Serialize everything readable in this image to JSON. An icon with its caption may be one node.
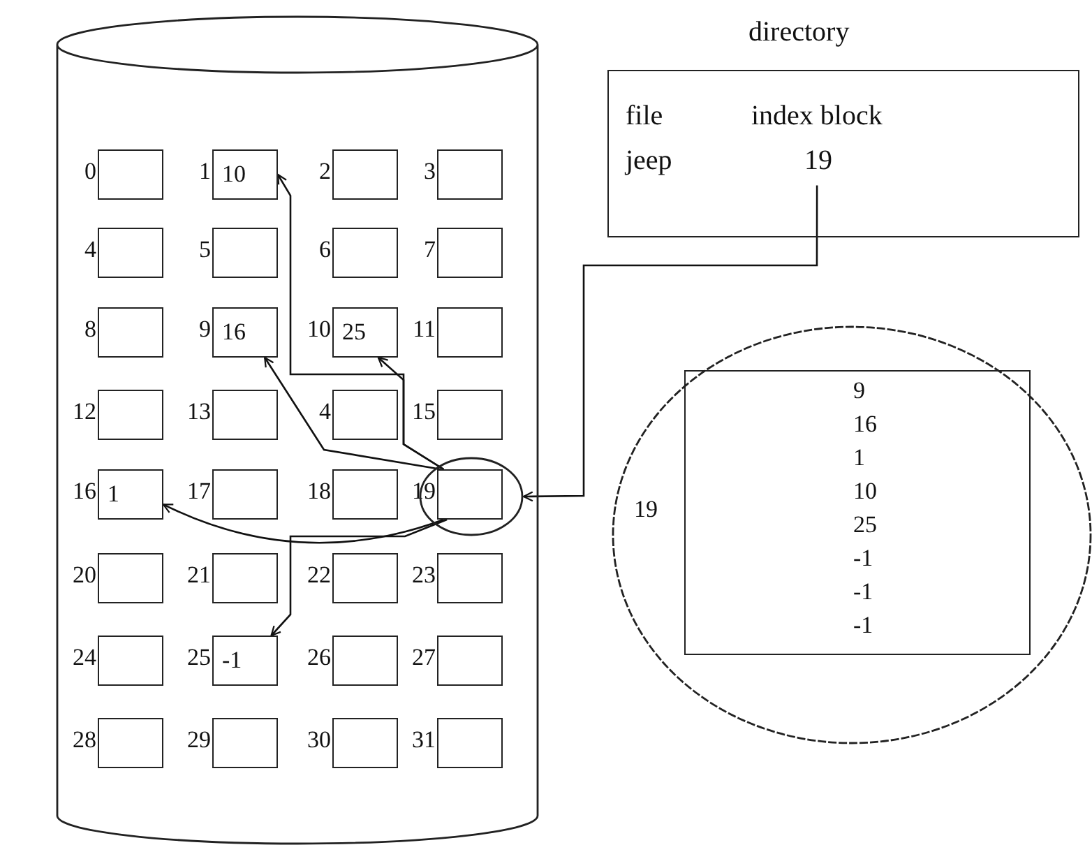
{
  "diagram": {
    "nodes": [
      {
        "text": [],
        "shape": "cylinder"
      },
      {
        "text": [],
        "shape": "circle",
        "in": 0
      },
      {
        "text": [],
        "shape": "box",
        "beside": [
          "0"
        ],
        "in": 0
      },
      {
        "text": [
          "10"
        ],
        "beside": [
          "1"
        ],
        "in": 0
      },
      {
        "text": [],
        "shape": "box",
        "beside": [
          "2"
        ],
        "in": 0
      },
      {
        "text": [],
        "shape": "box",
        "beside": [
          "3"
        ],
        "in": 0
      },
      {
        "text": [],
        "shape": "box",
        "beside": [
          "4"
        ],
        "in": 0
      },
      {
        "text": [],
        "shape": "box",
        "beside": [
          "5"
        ],
        "in": 0
      },
      {
        "text": [],
        "shape": "box",
        "beside": [
          "6"
        ],
        "in": 0
      },
      {
        "text": [],
        "shape": "box",
        "beside": [
          "7"
        ],
        "in": 0
      },
      {
        "text": [],
        "shape": "box",
        "beside": [
          "8"
        ],
        "in": 0
      },
      {
        "text": [
          "16"
        ],
        "beside": [
          "9"
        ],
        "in": 0
      },
      {
        "text": [
          "25"
        ],
        "beside": [
          "10"
        ],
        "in": 0
      },
      {
        "text": [],
        "shape": "box",
        "beside": [
          "11"
        ],
        "in": 0
      },
      {
        "text": [],
        "shape": "box",
        "beside": [
          "12"
        ],
        "in": 0
      },
      {
        "text": [],
        "shape": "box",
        "beside": [
          "13"
        ],
        "in": 0
      },
      {
        "text": [],
        "shape": "box",
        "beside": [
          "4"
        ],
        "in": 0
      },
      {
        "text": [],
        "shape": "box",
        "beside": [
          "15"
        ],
        "in": 0
      },
      {
        "text": [
          "1"
        ],
        "beside": [
          "16"
        ],
        "in": 0
      },
      {
        "text": [],
        "shape": "box",
        "beside": [
          "17"
        ],
        "in": 0
      },
      {
        "text": [],
        "shape": "box",
        "beside": [
          "18"
        ],
        "in": 0
      },
      {
        "text": [],
        "shape": "box",
        "beside": [
          "19"
        ],
        "in": 1
      },
      {
        "text": [],
        "shape": "box",
        "beside": [
          "20"
        ],
        "in": 0
      },
      {
        "text": [],
        "shape": "box",
        "beside": [
          "21"
        ],
        "in": 0
      },
      {
        "text": [],
        "shape": "box",
        "beside": [
          "22"
        ],
        "in": 0
      },
      {
        "text": [],
        "shape": "box",
        "beside": [
          "23"
        ],
        "in": 0
      },
      {
        "text": [],
        "shape": "box",
        "beside": [
          "24"
        ],
        "in": 0
      },
      {
        "text": [
          "-1"
        ],
        "beside": [
          "25"
        ],
        "in": 0
      },
      {
        "text": [],
        "shape": "box",
        "beside": [
          "26"
        ],
        "in": 0
      },
      {
        "text": [],
        "shape": "box",
        "beside": [
          "27"
        ],
        "in": 0
      },
      {
        "text": [],
        "shape": "box",
        "beside": [
          "28"
        ],
        "in": 0
      },
      {
        "text": [],
        "shape": "box",
        "beside": [
          "29"
        ],
        "in": 0
      },
      {
        "text": [],
        "shape": "box",
        "beside": [
          "30"
        ],
        "in": 0
      },
      {
        "text": [],
        "shape": "box",
        "beside": [
          "31"
        ],
        "in": 0
      },
      {
        "text": [
          "directory",
          "file",
          "index block",
          "jeep",
          "19"
        ]
      },
      {
        "text": [
          "19"
        ]
      },
      {
        "text": [
          "9",
          "16",
          "1",
          "10",
          "25",
          "-1",
          "-1",
          "-1"
        ],
        "in": 35
      }
    ],
    "edges": [
      {
        "from": 21,
        "to": 11,
        "arrow": "to"
      },
      {
        "from": 21,
        "to": 18,
        "arrow": "to"
      },
      {
        "from": 21,
        "to": 3,
        "arrow": "to"
      },
      {
        "from": 21,
        "to": 12,
        "arrow": "to"
      },
      {
        "from": 21,
        "to": 27,
        "arrow": "to"
      },
      {
        "from": 34,
        "to": 1,
        "arrow": "to"
      }
    ]
  }
}
